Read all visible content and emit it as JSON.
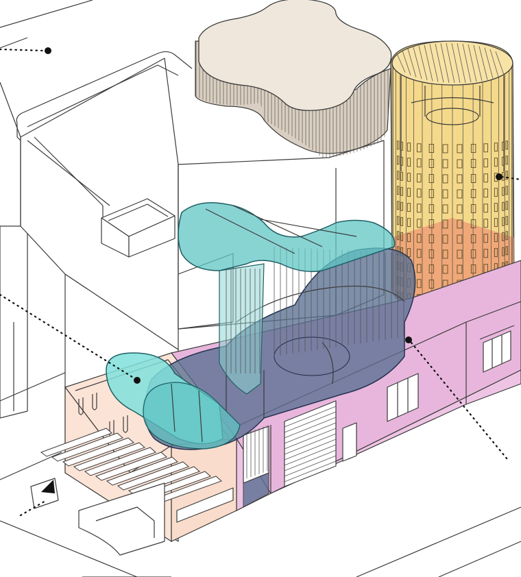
{
  "figure": {
    "kind": "axonometric building diagram",
    "colors": {
      "background": "#ffffff",
      "outline": "#3a3a3a",
      "peach_block": "#fbe3d6",
      "pink_block": "#e8b6dc",
      "cylinder_yellow": "#f5d98a",
      "cylinder_orange": "#f0a878",
      "roof_beige": "#efe7dc",
      "teal_volume": "#5fc6c4",
      "cyan_volume": "#7fe0dc",
      "slate_volume": "#5a6f92"
    },
    "callouts": [
      {
        "name": "callout-top-left",
        "marker": "dot"
      },
      {
        "name": "callout-cylinder",
        "marker": "dot"
      },
      {
        "name": "callout-cyan-volume",
        "marker": "dot"
      },
      {
        "name": "callout-slate-volume",
        "marker": "dot"
      },
      {
        "name": "callout-entrance",
        "marker": "arrow"
      }
    ]
  }
}
